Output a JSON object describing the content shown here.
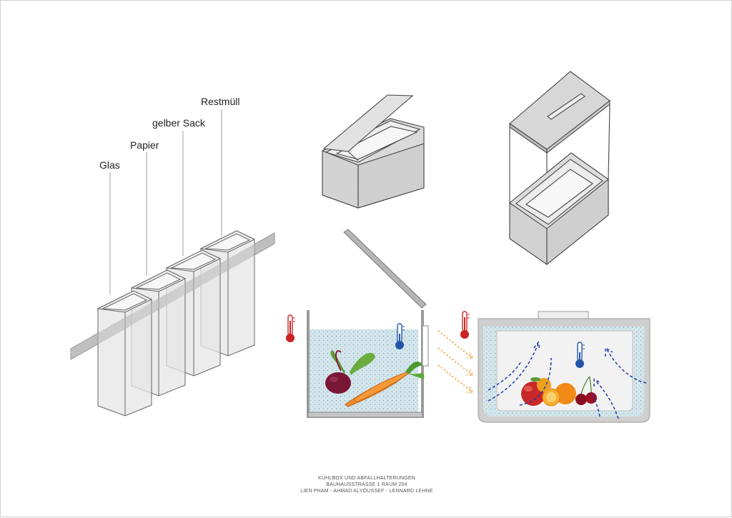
{
  "waste_labels": [
    "Glas",
    "Papier",
    "gelber Sack",
    "Restmüll"
  ],
  "footer": {
    "line1": "KÜHLBOX UND ABFALLHALTERUNGEN",
    "line2": "BAUHAUSSTRASSE 1 RAUM 204",
    "line3": "LIEN PHAM - AHMAD ALYOUSSEF - LENNARD LEHNE"
  },
  "colors": {
    "line": "#333333",
    "box_fill": "#d9d9d9",
    "container_fill": "#e4e4e4",
    "rail": "#b8b8b8",
    "water": "#cfe3ea",
    "heat_arrow": "#f0a030",
    "cold_arrow": "#1f3aa8",
    "thermo_warm": "#cc2222",
    "thermo_cold": "#2255aa"
  },
  "icons": [
    "thermometer-warm-icon",
    "thermometer-cold-icon",
    "thermometer-cold-icon",
    "thermometer-warm-icon"
  ]
}
